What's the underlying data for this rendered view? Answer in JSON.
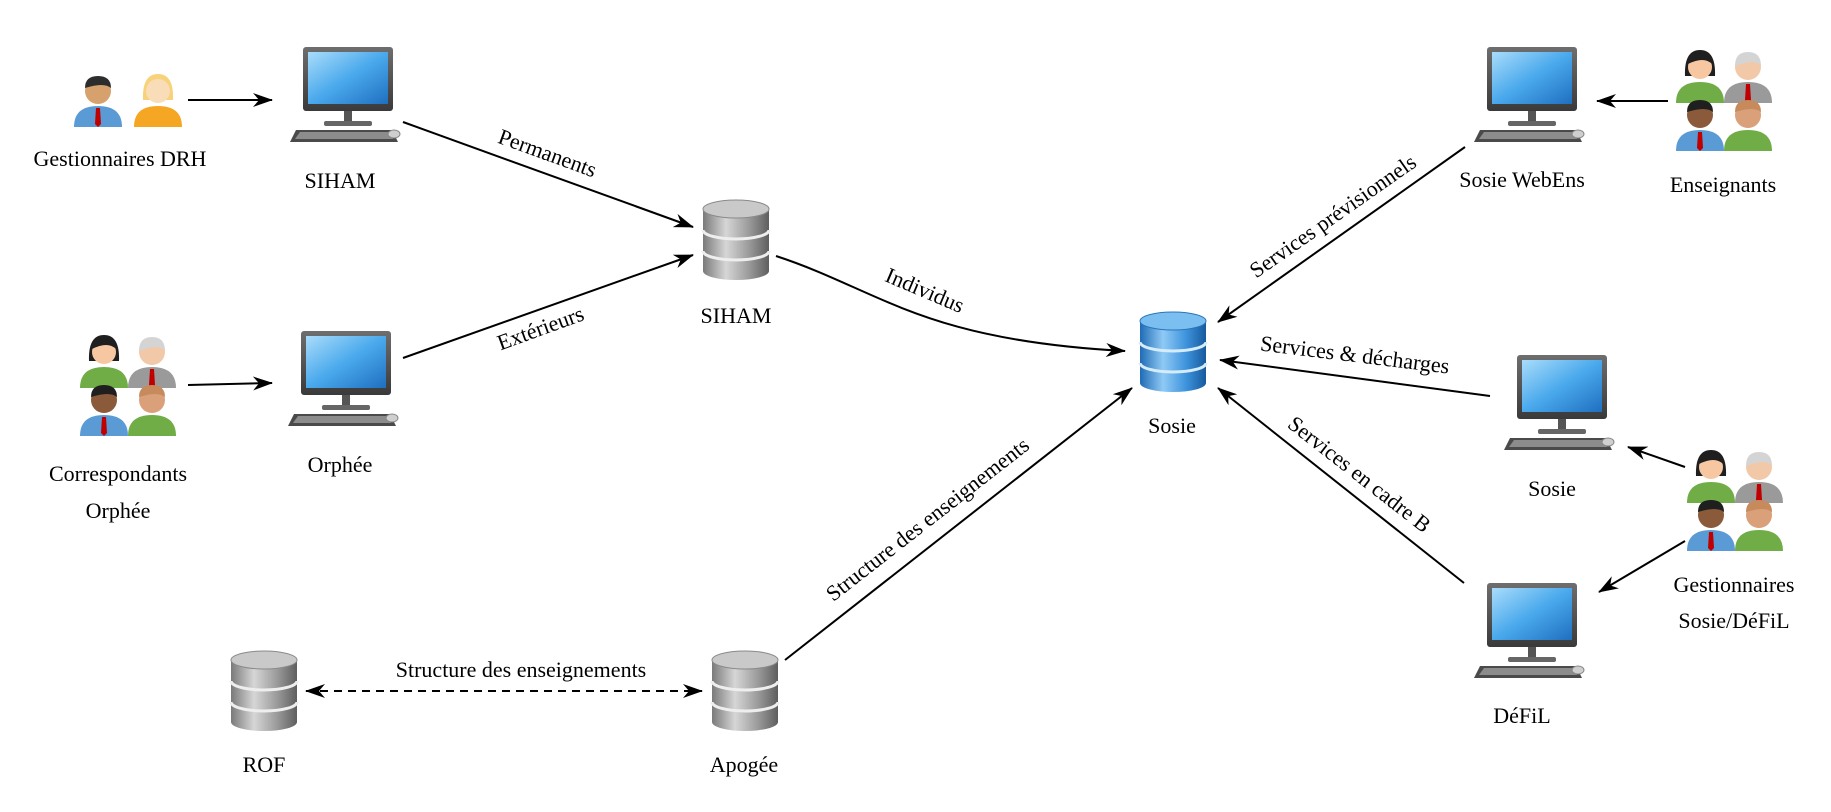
{
  "nodes": {
    "gest_drh": "Gestionnaires DRH",
    "siham_pc": "SIHAM",
    "corr_line1": "Correspondants",
    "corr_line2": "Orphée",
    "orphee_pc": "Orphée",
    "siham_db": "SIHAM",
    "sosie_db": "Sosie",
    "rof_db": "ROF",
    "apogee_db": "Apogée",
    "sosie_webens_pc": "Sosie WebEns",
    "enseignants": "Enseignants",
    "sosie_pc": "Sosie",
    "defil_pc": "DéFiL",
    "gest_sosie_line1": "Gestionnaires",
    "gest_sosie_line2": "Sosie/DéFiL"
  },
  "edges": {
    "permanents": "Permanents",
    "exterieurs": "Extérieurs",
    "individus": "Individus",
    "structure_apogee": "Structure des enseignements",
    "structure_rof": "Structure des enseignements",
    "services_previsionnels": "Services prévisionnels",
    "services_decharges": "Services & décharges",
    "services_cadre_b": "Services en cadre B"
  }
}
